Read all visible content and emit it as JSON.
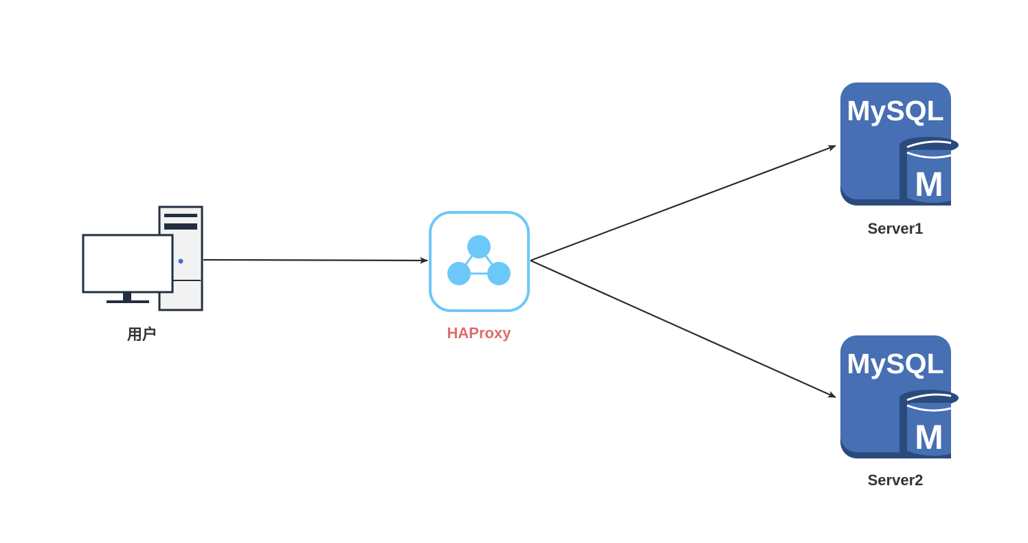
{
  "nodes": {
    "user": {
      "label": "用户",
      "icon": "desktop-computer-icon",
      "label_color": "#333333"
    },
    "haproxy": {
      "label": "HAProxy",
      "icon": "haproxy-icon",
      "label_color": "#e06c6c",
      "accent": "#6cc8f8"
    },
    "server1": {
      "label": "Server1",
      "icon": "mysql-database-icon",
      "icon_text": "MySQL",
      "db_letter": "M",
      "label_color": "#333333"
    },
    "server2": {
      "label": "Server2",
      "icon": "mysql-database-icon",
      "icon_text": "MySQL",
      "db_letter": "M",
      "label_color": "#333333"
    }
  },
  "edges": [
    {
      "from": "user",
      "to": "haproxy"
    },
    {
      "from": "haproxy",
      "to": "server1"
    },
    {
      "from": "haproxy",
      "to": "server2"
    }
  ],
  "colors": {
    "mysql_blue": "#466fb4",
    "mysql_dark": "#2b4a7c",
    "arrow": "#2b2b2b",
    "computer_outline": "#232f3e"
  }
}
